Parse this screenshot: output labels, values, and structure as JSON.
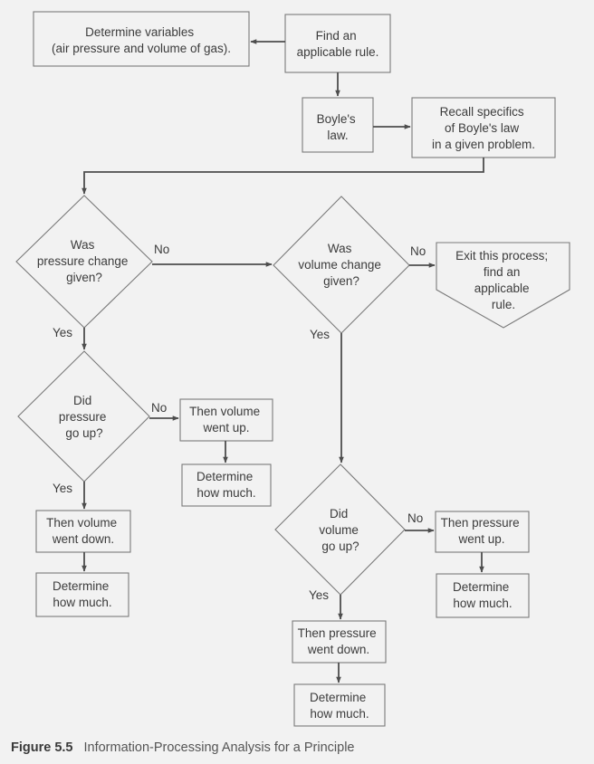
{
  "diagram": {
    "nodes": {
      "determine_variables": [
        "Determine variables",
        "(air pressure and volume of gas)."
      ],
      "find_rule": [
        "Find an",
        "applicable rule."
      ],
      "boyles_law": [
        "Boyle's",
        "law."
      ],
      "recall_specifics": [
        "Recall specifics",
        "of Boyle's law",
        "in a given problem."
      ],
      "pressure_change_given": [
        "Was",
        "pressure change",
        "given?"
      ],
      "volume_change_given": [
        "Was",
        "volume change",
        "given?"
      ],
      "exit_process": [
        "Exit this process;",
        "find an",
        "applicable",
        "rule."
      ],
      "pressure_up": [
        "Did",
        "pressure",
        "go up?"
      ],
      "volume_went_up": [
        "Then volume",
        "went up."
      ],
      "determine_how_much_1": [
        "Determine",
        "how much."
      ],
      "volume_went_down": [
        "Then volume",
        "went down."
      ],
      "determine_how_much_2": [
        "Determine",
        "how much."
      ],
      "volume_up": [
        "Did",
        "volume",
        "go up?"
      ],
      "pressure_went_up": [
        "Then pressure",
        "went up."
      ],
      "determine_how_much_3": [
        "Determine",
        "how much."
      ],
      "pressure_went_down": [
        "Then pressure",
        "went down."
      ],
      "determine_how_much_4": [
        "Determine",
        "how much."
      ]
    },
    "edge_labels": {
      "pressure_given_no": "No",
      "pressure_given_yes": "Yes",
      "volume_given_no": "No",
      "volume_given_yes": "Yes",
      "pressure_up_no": "No",
      "pressure_up_yes": "Yes",
      "volume_up_no": "No",
      "volume_up_yes": "Yes"
    }
  },
  "caption": {
    "number": "Figure 5.5",
    "text": "Information-Processing Analysis for a Principle"
  }
}
